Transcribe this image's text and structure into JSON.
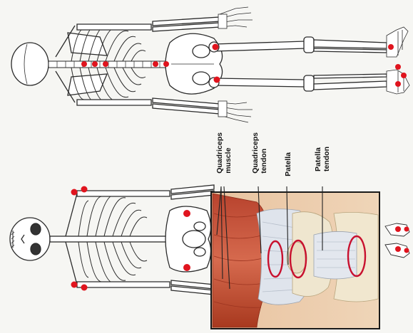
{
  "labels": {
    "quadriceps_muscle": [
      "Quadriceps",
      "muscle"
    ],
    "quadriceps_tendon": [
      "Quadriceps",
      "tendon"
    ],
    "patella": "Patella",
    "patella_tendon": [
      "Patella",
      "tendon"
    ]
  },
  "colors": {
    "bone_outline": "#2a2a2a",
    "bone_fill": "#ffffff",
    "marker": "#e0141e",
    "highlight_ring": "#c8102e",
    "muscle": "#c9553e",
    "tendon": "#d9dfe8",
    "skin": "#e8c9a6"
  }
}
